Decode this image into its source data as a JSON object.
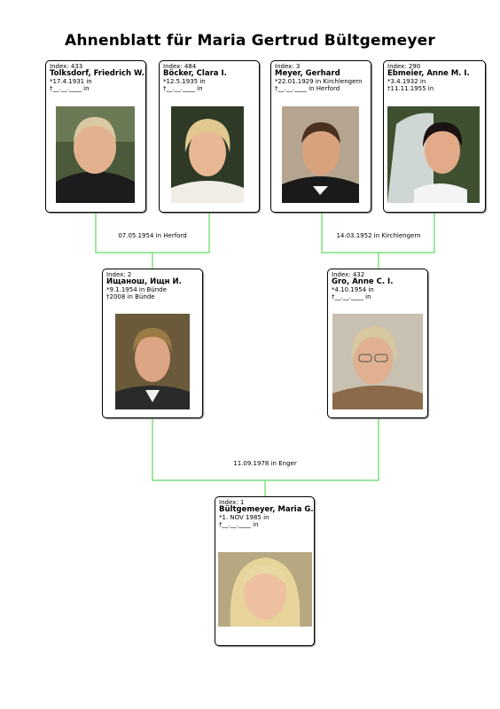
{
  "title": "Ahnenblatt für Maria Gertrud Bültgemeyer",
  "persons": {
    "p433": {
      "index": "Index: 433",
      "name": "Tolksdorf, Friedrich W.",
      "birth": "*17.4.1931 in",
      "death": "†__.__.____ in"
    },
    "p484": {
      "index": "Index: 484",
      "name": "Böcker, Clara I.",
      "birth": "*12.5.1935 in",
      "death": "†__.__.____ in"
    },
    "p3": {
      "index": "Index: 3",
      "name": "Meyer, Gerhard",
      "birth": "*22.01.1929 in Kirchlengern",
      "death": "†__.__.____ in Herford"
    },
    "p290": {
      "index": "Index: 290",
      "name": "Ebmeier, Anne M. I.",
      "birth": "*3.4.1932 in",
      "death": "†11.11.1955 in"
    },
    "p2": {
      "index": "Index: 2",
      "name": "Ищанош, Ищн И.",
      "birth": "*9.1.1954 in Bünde",
      "death": "†2008 in Bünde"
    },
    "p432": {
      "index": "Index: 432",
      "name": "Gro, Anne C. I.",
      "birth": "*4.10.1954 in",
      "death": "†__.__.____ in"
    },
    "p1": {
      "index": "Index: 1",
      "name": "Bültgemeyer, Maria G.",
      "birth": "*1. NOV 1985 in",
      "death": "†__.__.____ in"
    }
  },
  "marriages": {
    "m1": "07.05.1954 in Herford",
    "m2": "14.03.1952 in Kirchlengern",
    "m3": "11.09.1978 in Enger"
  },
  "colors": {
    "connector": "#7fe07f",
    "border": "#000000"
  }
}
